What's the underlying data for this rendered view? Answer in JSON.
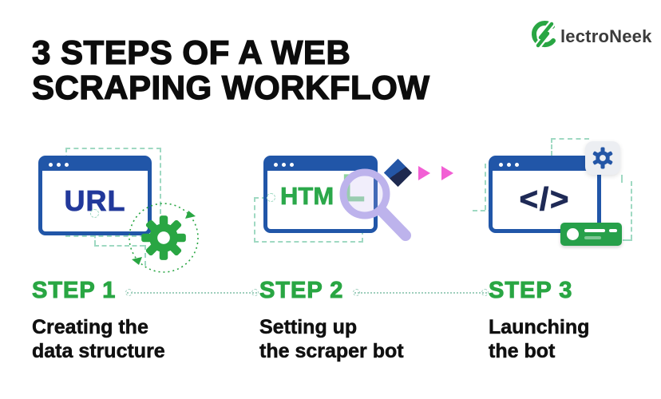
{
  "brand": {
    "name": "lectroNeek",
    "logo_icon": "electroneek-e-icon"
  },
  "title": {
    "line1": "3 STEPS OF A WEB",
    "line2": "SCRAPING WORKFLOW"
  },
  "steps": [
    {
      "label": "STEP 1",
      "desc1": "Creating the",
      "desc2": "data structure",
      "window_text": "URL",
      "icon": "gear-icon"
    },
    {
      "label": "STEP 2",
      "desc1": "Setting up",
      "desc2": "the scraper bot",
      "window_text": "HTM",
      "magnified_letter": "L",
      "icon": "magnifier-icon"
    },
    {
      "label": "STEP 3",
      "desc1": "Launching",
      "desc2": "the bot",
      "window_text": "</>",
      "icon": "gear-icon"
    }
  ],
  "colors": {
    "brand_green": "#29A643",
    "browser_blue": "#2156A8",
    "url_blue": "#22399B",
    "navy": "#1F2A56",
    "html_green": "#2BA84A",
    "magnified_green": "#8FD49F",
    "lavender": "#BDB3EC",
    "pink": "#F25FD4",
    "dashed_teal": "#9FD9C2",
    "card_green": "#27A04A",
    "gray_box": "#ECEEF2",
    "text_black": "#0C0C0C"
  }
}
